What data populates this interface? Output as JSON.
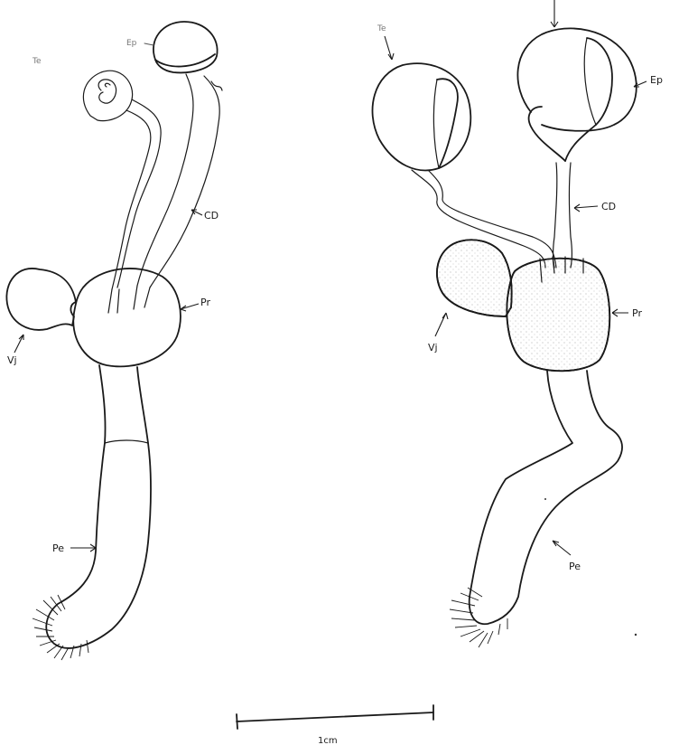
{
  "figure": {
    "left": {
      "labels": {
        "te": "Te",
        "ep": "Ep",
        "cd": "CD",
        "pr": "Pr",
        "vj": "Vj",
        "pe": "Pe"
      }
    },
    "right": {
      "labels": {
        "te": "Te",
        "ep": "Ep",
        "cd": "CD",
        "pr": "Pr",
        "vj": "Vj",
        "pe": "Pe"
      }
    },
    "scale_bar": {
      "label": "1cm"
    }
  }
}
